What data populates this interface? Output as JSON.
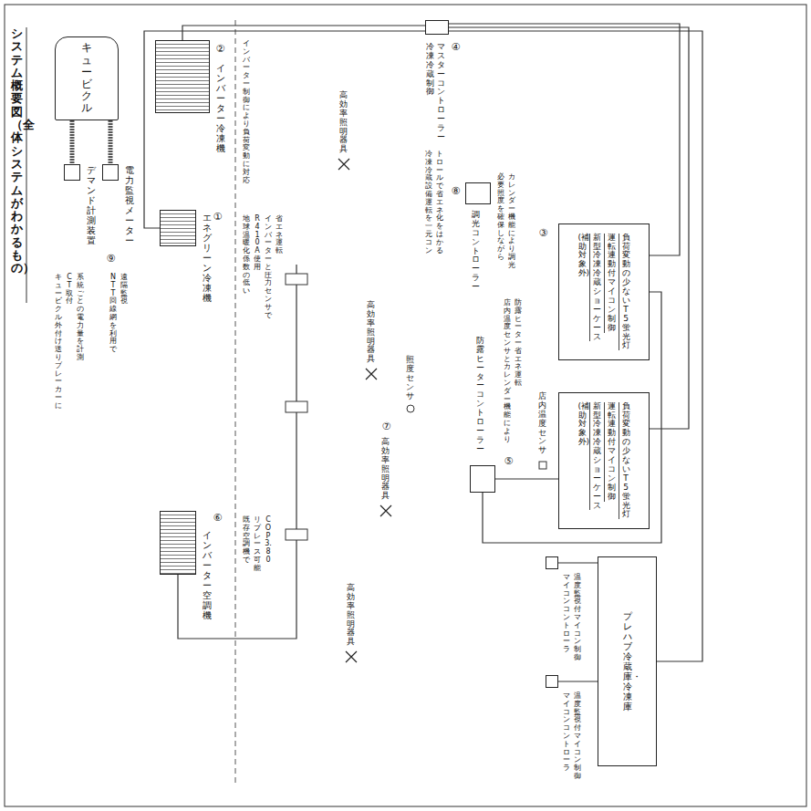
{
  "diagram": {
    "title": "システム概要図（全体システムがわかるもの）",
    "nodes": [
      {
        "text": [
          "キュービクル"
        ]
      },
      {
        "text": [
          "エネグリーン冷凍機"
        ]
      },
      {
        "text": [
          "インバーター冷凍機"
        ]
      },
      {
        "text": [
          "冷凍冷蔵制御",
          "マスターコントローラー"
        ]
      },
      {
        "text": [
          "(補助対象外)",
          "新型冷凍冷蔵ショーケース",
          "運転連動付マイコン制御",
          "負荷変動の少ないT5蛍光灯"
        ]
      },
      {
        "text": [
          "(補助対象外)",
          "新型冷凍冷蔵ショーケース",
          "運転連動付マイコン制御",
          "負荷変動の少ないT5蛍光灯"
        ]
      },
      {
        "text": [
          "プレハブ冷蔵庫・冷凍庫"
        ]
      },
      {
        "text": [
          "マイコンコントローラ",
          "温度監視付マイコン制御"
        ]
      },
      {
        "text": [
          "マイコンコントローラ",
          "温度監視付マイコン制御"
        ]
      },
      {
        "text": [
          "防露ヒーターコントローラー"
        ]
      },
      {
        "text": [
          "インバーター空調機"
        ]
      },
      {
        "text": [
          "調光コントローラー"
        ]
      },
      {
        "text": [
          "電力監視メーター"
        ]
      },
      {
        "text": [
          "デマンド計測装置"
        ]
      }
    ],
    "edges": [
      {
        "from": 0,
        "to": 13,
        "arrow": "none"
      },
      {
        "from": 0,
        "to": 12,
        "arrow": "none"
      },
      {
        "from": 2,
        "to": 3,
        "arrow": "none"
      },
      {
        "from": 1,
        "to": 3,
        "arrow": "none"
      },
      {
        "from": 3,
        "to": 4,
        "arrow": "none"
      },
      {
        "from": 3,
        "to": 5,
        "arrow": "none"
      },
      {
        "from": 3,
        "to": 6,
        "arrow": "none"
      },
      {
        "from": 9,
        "to": 4,
        "arrow": "none"
      },
      {
        "from": 9,
        "to": 5,
        "arrow": "none"
      },
      {
        "from": 7,
        "to": 6,
        "arrow": "none"
      },
      {
        "from": 8,
        "to": 6,
        "arrow": "none"
      }
    ],
    "labels": [
      "②",
      "インバーター制御により負荷変動に対応",
      "①",
      "地球温暖化係数の低い",
      "R410A使用",
      "インバーターと圧力センサで",
      "省エネ運転",
      "⑥",
      "既存空調機で",
      "リプレース可能",
      "COP 3.80",
      "⑨",
      "キュービクル外付け送りブレーカーに",
      "CT取付",
      "系統ごとの電力量を計測",
      "NTT回線網を利用で",
      "遠隔監視",
      "高効率照明器具",
      "高効率照明器具",
      "⑦",
      "高効率照明器具",
      "高効率照明器具",
      "照度センサ",
      "④",
      "冷凍冷蔵設備運転を一元コン",
      "トロールで省エネ化をはかる",
      "⑧",
      "必要照度を確保しながら",
      "カレンダー機能により調光",
      "⑤",
      "店内温度センサとカレンダー機能により",
      "防露ヒーター省エネ運転",
      "店内温度センサ",
      "③"
    ]
  }
}
